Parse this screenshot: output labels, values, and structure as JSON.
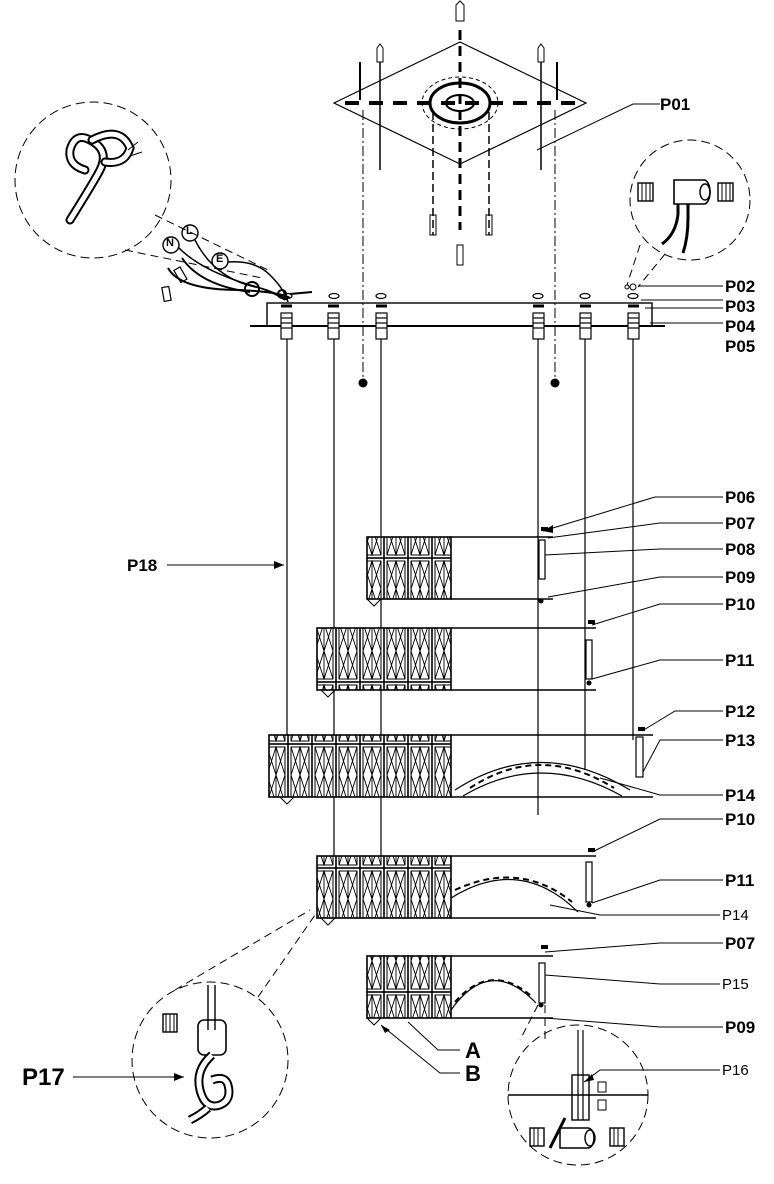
{
  "labels": {
    "p01": "P01",
    "p02": "P02",
    "p03": "P03",
    "p04": "P04",
    "p05": "P05",
    "p06": "P06",
    "p07_top": "P07",
    "p08": "P08",
    "p09_top": "P09",
    "p10_top": "P10",
    "p11_top": "P11",
    "p12": "P12",
    "p13": "P13",
    "p14_bold": "P14",
    "p10_low": "P10",
    "p11_low": "P11",
    "p14_plain": "P14",
    "p07_low": "P07",
    "p15": "P15",
    "p09_low": "P09",
    "p16": "P16",
    "p17": "P17",
    "p18": "P18",
    "a": "A",
    "b": "B"
  },
  "wire_markers": {
    "n": "N",
    "l": "L",
    "e": "E"
  }
}
